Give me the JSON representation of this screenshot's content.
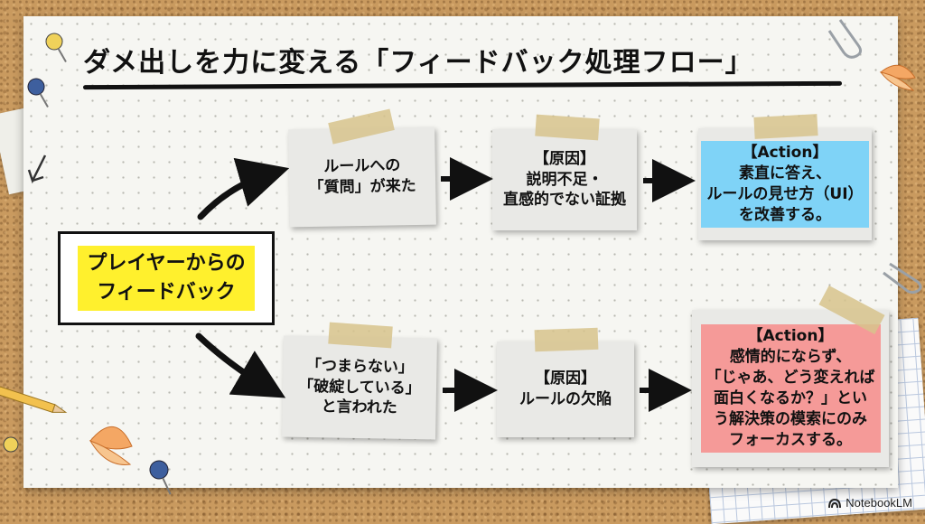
{
  "title": "ダメ出しを力に変える「フィードバック処理フロー」",
  "source": {
    "label": "プレイヤーからの\nフィードバック"
  },
  "flows": [
    {
      "trigger": "ルールへの\n「質問」が来た",
      "cause": "【原因】\n説明不足・\n直感的でない証拠",
      "action": "【Action】\n素直に答え、\nルールの見せ方（UI）\nを改善する。",
      "highlight_color": "#7fd3f7"
    },
    {
      "trigger": "「つまらない」\n「破綻している」\nと言われた",
      "cause": "【原因】\nルールの欠陥",
      "action": "【Action】\n感情的にならず、\n「じゃあ、どう変えれば\n面白くなるか？」とい\nう解決策の模索にのみ\nフォーカスする。",
      "highlight_color": "#f59a98"
    }
  ],
  "footer": {
    "brand": "NotebookLM"
  }
}
